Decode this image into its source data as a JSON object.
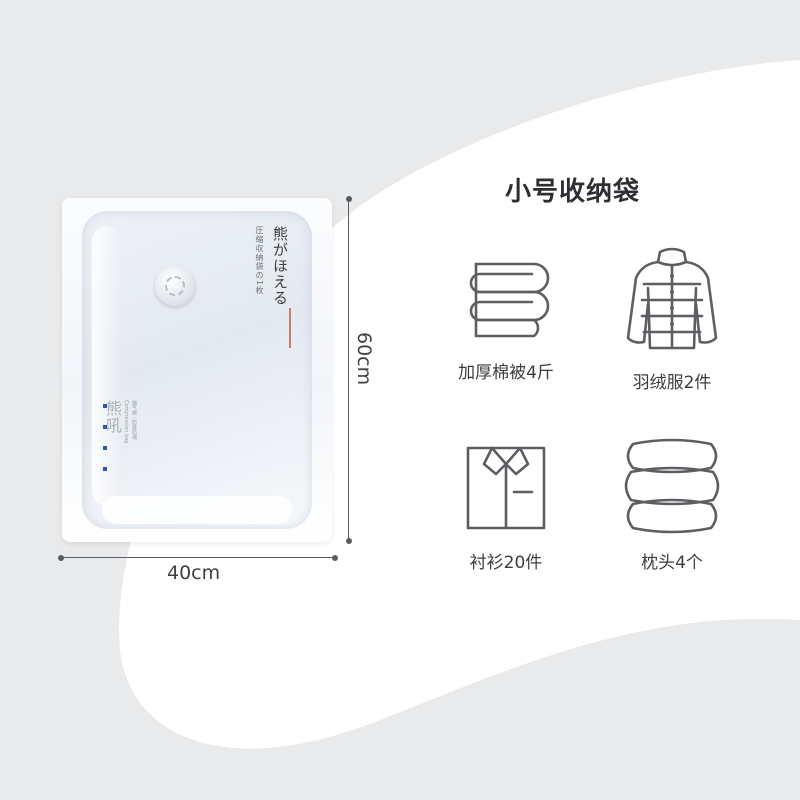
{
  "product": {
    "title": "小号收纳袋",
    "width_label": "40cm",
    "height_label": "60cm",
    "bag_print": {
      "brand": "熊がほえる",
      "subtitle": "圧縮収納袋の1枚",
      "logo": "熊吼",
      "tiny_text": [
        "抽气袋 · 防霉防潮",
        "Compression bag"
      ]
    }
  },
  "capacity": [
    {
      "icon": "folded-quilt-icon",
      "label": "加厚棉被4斤"
    },
    {
      "icon": "down-jacket-icon",
      "label": "羽绒服2件"
    },
    {
      "icon": "shirt-icon",
      "label": "衬衫20件"
    },
    {
      "icon": "pillow-stack-icon",
      "label": "枕头4个"
    }
  ],
  "colors": {
    "background": "#e9eaeb",
    "card_white": "#ffffff",
    "icon_stroke": "#5c5e62",
    "text_dark": "#2d2f33",
    "accent_blue": "#2b59a8"
  }
}
